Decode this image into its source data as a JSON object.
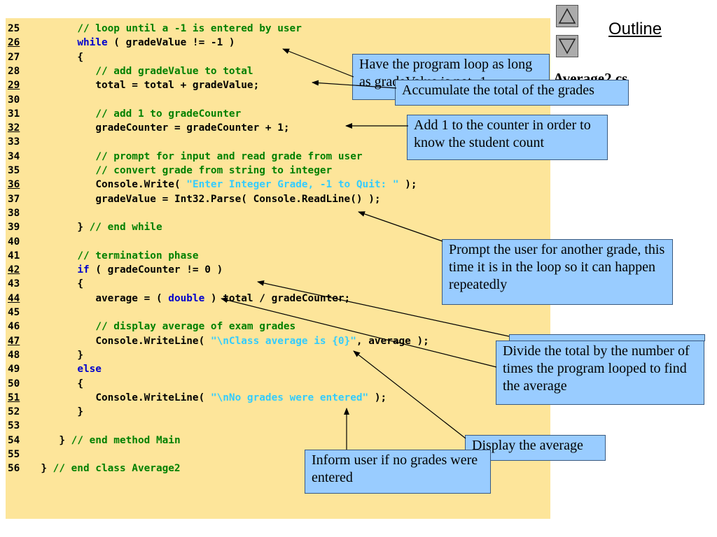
{
  "outline_link": "Outline",
  "figure_title": "Average2.cs",
  "nav": {
    "up_icon": "triangle-up-icon",
    "down_icon": "triangle-down-icon"
  },
  "code_lines": [
    {
      "num": "25",
      "underline": false,
      "indent": 8,
      "tokens": [
        {
          "t": "cm",
          "text": "// loop until a -1 is entered by user"
        }
      ]
    },
    {
      "num": "26",
      "underline": true,
      "indent": 8,
      "tokens": [
        {
          "t": "kw",
          "text": "while"
        },
        {
          "t": "tx",
          "text": " ( gradeValue != -1 )"
        }
      ]
    },
    {
      "num": "27",
      "underline": false,
      "indent": 8,
      "tokens": [
        {
          "t": "tx",
          "text": "{"
        }
      ]
    },
    {
      "num": "28",
      "underline": false,
      "indent": 11,
      "tokens": [
        {
          "t": "cm",
          "text": "// add gradeValue to total"
        }
      ]
    },
    {
      "num": "29",
      "underline": true,
      "indent": 11,
      "tokens": [
        {
          "t": "tx",
          "text": "total = total + gradeValue;"
        }
      ]
    },
    {
      "num": "30",
      "underline": false,
      "indent": 0,
      "tokens": []
    },
    {
      "num": "31",
      "underline": false,
      "indent": 11,
      "tokens": [
        {
          "t": "cm",
          "text": "// add 1 to gradeCounter"
        }
      ]
    },
    {
      "num": "32",
      "underline": true,
      "indent": 11,
      "tokens": [
        {
          "t": "tx",
          "text": "gradeCounter = gradeCounter + 1;"
        }
      ]
    },
    {
      "num": "33",
      "underline": false,
      "indent": 0,
      "tokens": []
    },
    {
      "num": "34",
      "underline": false,
      "indent": 11,
      "tokens": [
        {
          "t": "cm",
          "text": "// prompt for input and read grade from user"
        }
      ]
    },
    {
      "num": "35",
      "underline": false,
      "indent": 11,
      "tokens": [
        {
          "t": "cm",
          "text": "// convert grade from string to integer"
        }
      ]
    },
    {
      "num": "36",
      "underline": true,
      "indent": 11,
      "tokens": [
        {
          "t": "tx",
          "text": "Console.Write( "
        },
        {
          "t": "st",
          "text": "\"Enter Integer Grade, -1 to Quit: \""
        },
        {
          "t": "tx",
          "text": " );"
        }
      ]
    },
    {
      "num": "37",
      "underline": false,
      "indent": 11,
      "tokens": [
        {
          "t": "tx",
          "text": "gradeValue = Int32.Parse( Console.ReadLine() );"
        }
      ]
    },
    {
      "num": "38",
      "underline": false,
      "indent": 0,
      "tokens": []
    },
    {
      "num": "39",
      "underline": false,
      "indent": 8,
      "tokens": [
        {
          "t": "tx",
          "text": "} "
        },
        {
          "t": "cm",
          "text": "// end while"
        }
      ]
    },
    {
      "num": "40",
      "underline": false,
      "indent": 0,
      "tokens": []
    },
    {
      "num": "41",
      "underline": false,
      "indent": 8,
      "tokens": [
        {
          "t": "cm",
          "text": "// termination phase"
        }
      ]
    },
    {
      "num": "42",
      "underline": true,
      "indent": 8,
      "tokens": [
        {
          "t": "kw",
          "text": "if"
        },
        {
          "t": "tx",
          "text": " ( gradeCounter != 0 )"
        }
      ]
    },
    {
      "num": "43",
      "underline": false,
      "indent": 8,
      "tokens": [
        {
          "t": "tx",
          "text": "{"
        }
      ]
    },
    {
      "num": "44",
      "underline": true,
      "indent": 11,
      "tokens": [
        {
          "t": "tx",
          "text": "average = ( "
        },
        {
          "t": "kw",
          "text": "double"
        },
        {
          "t": "tx",
          "text": " ) total / gradeCounter;"
        }
      ]
    },
    {
      "num": "45",
      "underline": false,
      "indent": 0,
      "tokens": []
    },
    {
      "num": "46",
      "underline": false,
      "indent": 11,
      "tokens": [
        {
          "t": "cm",
          "text": "// display average of exam grades"
        }
      ]
    },
    {
      "num": "47",
      "underline": true,
      "indent": 11,
      "tokens": [
        {
          "t": "tx",
          "text": "Console.WriteLine( "
        },
        {
          "t": "st",
          "text": "\"\\nClass average is {0}\""
        },
        {
          "t": "tx",
          "text": ", average );"
        }
      ]
    },
    {
      "num": "48",
      "underline": false,
      "indent": 8,
      "tokens": [
        {
          "t": "tx",
          "text": "}"
        }
      ]
    },
    {
      "num": "49",
      "underline": false,
      "indent": 8,
      "tokens": [
        {
          "t": "kw",
          "text": "else"
        }
      ]
    },
    {
      "num": "50",
      "underline": false,
      "indent": 8,
      "tokens": [
        {
          "t": "tx",
          "text": "{"
        }
      ]
    },
    {
      "num": "51",
      "underline": true,
      "indent": 11,
      "tokens": [
        {
          "t": "tx",
          "text": "Console.WriteLine( "
        },
        {
          "t": "st",
          "text": "\"\\nNo grades were entered\""
        },
        {
          "t": "tx",
          "text": " );"
        }
      ]
    },
    {
      "num": "52",
      "underline": false,
      "indent": 8,
      "tokens": [
        {
          "t": "tx",
          "text": "}"
        }
      ]
    },
    {
      "num": "53",
      "underline": false,
      "indent": 0,
      "tokens": []
    },
    {
      "num": "54",
      "underline": false,
      "indent": 5,
      "tokens": [
        {
          "t": "tx",
          "text": "} "
        },
        {
          "t": "cm",
          "text": "// end method Main"
        }
      ]
    },
    {
      "num": "55",
      "underline": false,
      "indent": 0,
      "tokens": []
    },
    {
      "num": "56",
      "underline": false,
      "indent": 2,
      "tokens": [
        {
          "t": "tx",
          "text": "} "
        },
        {
          "t": "cm",
          "text": "// end class Average2"
        }
      ]
    }
  ],
  "callouts": {
    "loop": "Have the program loop as long as gradeValue is not -1",
    "accumulate": "Accumulate the total of the grades",
    "counter": "Add 1 to the counter in order to know the student count",
    "prompt": "Prompt the user for another grade, this time it is in the loop so it can happen repeatedly",
    "divide": "Divide the total by the number of times the program looped to find the average",
    "display": "Display the average",
    "inform": "Inform user if no grades were entered"
  },
  "colors": {
    "code_background": "#fde59a",
    "callout_fill": "#99ccff",
    "keyword": "#0000cc",
    "comment": "#008000",
    "string": "#33ccff"
  }
}
